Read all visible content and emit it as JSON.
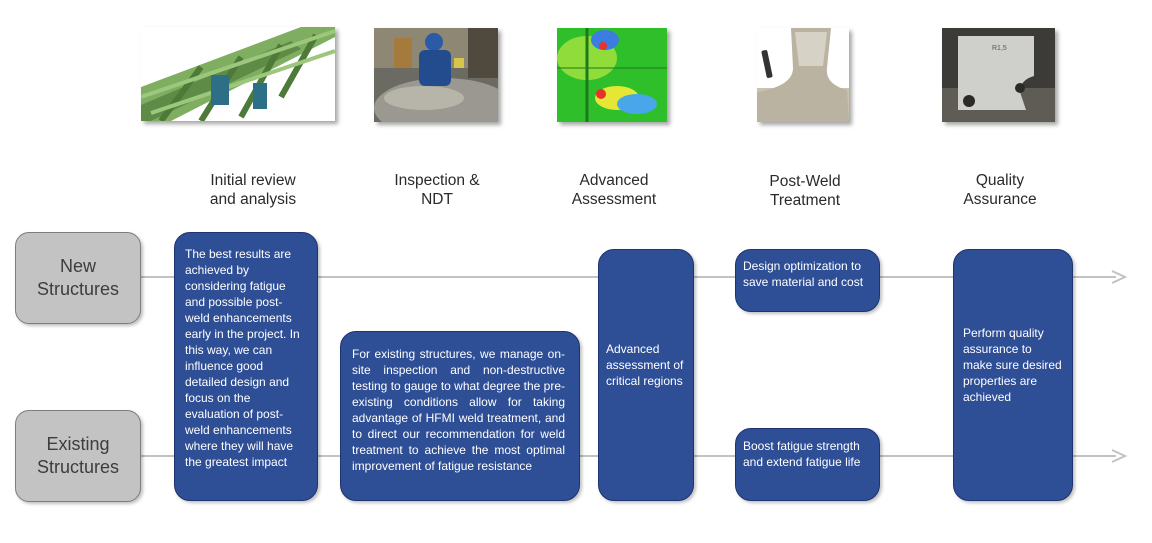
{
  "stages": [
    {
      "title": "Initial review\nand analysis"
    },
    {
      "title": "Inspection &\nNDT"
    },
    {
      "title": "Advanced\nAssessment"
    },
    {
      "title": "Post-Weld\nTreatment"
    },
    {
      "title": "Quality\nAssurance"
    }
  ],
  "photos": [
    {
      "icon": "steel-structure-model-image"
    },
    {
      "icon": "ndt-inspection-worker-image"
    },
    {
      "icon": "fea-stress-contour-image"
    },
    {
      "icon": "treated-weld-toe-image"
    },
    {
      "icon": "weld-gauge-image",
      "gauge_label": "R1,5"
    }
  ],
  "rows": {
    "new": "New\nStructures",
    "existing": "Existing\nStructures"
  },
  "boxes": {
    "initial_review": "The best results are achieved by considering fatigue and possible post-weld enhancements early in the project. In this way, we can influence good detailed design and focus on the evaluation of post-weld enhancements where they will have the greatest impact",
    "inspection": "For existing structures, we manage on-site inspection and non-destructive testing to gauge to what degree the pre-existing conditions allow for taking advantage of HFMI weld treatment, and to direct our recommendation for weld treatment to achieve the most optimal improvement of fatigue resistance",
    "advanced": "Advanced assessment of critical regions",
    "design_opt": "Design optimization to save material and cost",
    "boost": "Boost fatigue strength and extend fatigue life",
    "quality": "Perform quality assurance to make sure desired properties are achieved"
  },
  "colors": {
    "box_fill": "#2e4e96",
    "row_label_fill": "#c3c3c3",
    "flow_line": "#c2c2c2"
  }
}
